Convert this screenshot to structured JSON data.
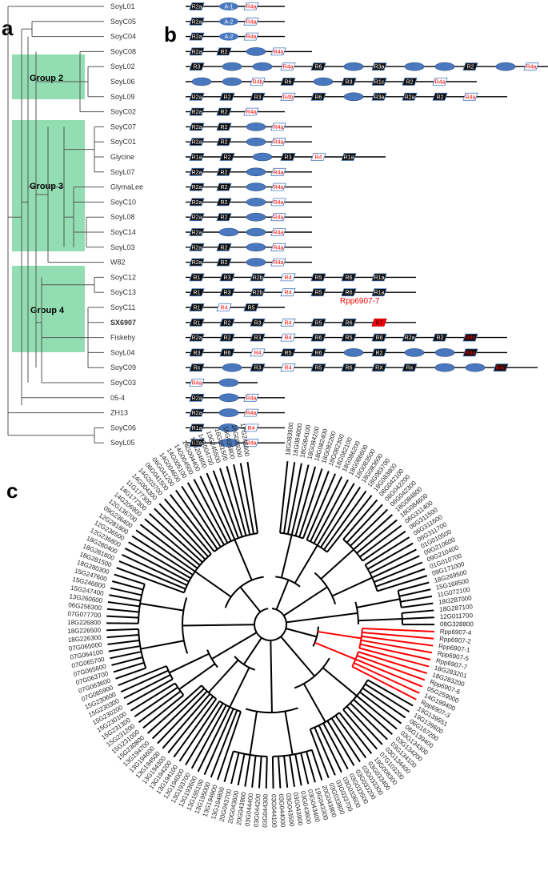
{
  "panels": {
    "a": "a",
    "b": "b",
    "c": "c"
  },
  "groups": [
    {
      "label": "Group 2"
    },
    {
      "label": "Group 3"
    },
    {
      "label": "Group 4"
    }
  ],
  "highlight_color": "#ff0000",
  "group_color": "#7fd8a4",
  "domain_color": "#4a78be",
  "tree_labels": [
    "SoyL01",
    "SoyC05",
    "SoyC04",
    "SoyC08",
    "SoyL02",
    "SoyL06",
    "SoyL09",
    "SoyC02",
    "SoyC07",
    "SoyC01",
    "Glycine",
    "SoyL07",
    "GlymaLee",
    "SoyC10",
    "SoyL08",
    "SoyC14",
    "SoyL03",
    "W82",
    "SoyC12",
    "SoyC13",
    "SoyC11",
    "SX6907",
    "Fiskeby",
    "SoyL04",
    "SoyC09",
    "SoyC03",
    "05-4",
    "ZH13",
    "SoyC06",
    "SoyL05"
  ],
  "highlight_label": "SX6907",
  "rpp_annotation": "Rpp6907-7",
  "domain_rows": [
    [
      "R2a",
      "A-1",
      "R4a"
    ],
    [
      "R2a",
      "A-2",
      "R4a"
    ],
    [
      "R2a",
      "A-2",
      "R4a"
    ],
    [
      "R2a",
      "R2",
      "",
      "R4a"
    ],
    [
      "R3",
      "",
      "",
      "R4a",
      "R6",
      "",
      "R3a",
      "",
      "",
      "R2",
      "",
      "R4a"
    ],
    [
      "",
      "",
      "R4b",
      "R6",
      "",
      "R3",
      "R1c",
      "R2",
      "R4a"
    ],
    [
      "R2a",
      "R2",
      "R3",
      "R4b",
      "R6",
      "",
      "R3a",
      "R2a",
      "R2",
      "R4a"
    ],
    [
      "R2a",
      "R2",
      "R4a"
    ],
    [
      "R2a",
      "R2",
      "",
      "R4a"
    ],
    [
      "R2a",
      "R2",
      "",
      "R4a"
    ],
    [
      "R1a",
      "R2",
      "",
      "R3",
      "R4",
      "R1a"
    ],
    [
      "R2a",
      "R2",
      "",
      "R4a"
    ],
    [
      "R2a",
      "R2",
      "",
      "R4a"
    ],
    [
      "R2a",
      "R2",
      "",
      "R4a"
    ],
    [
      "R2a",
      "R2",
      "",
      "R4a"
    ],
    [
      "R2a",
      "",
      "",
      "R4a"
    ],
    [
      "R2a",
      "R2",
      "",
      "R4a"
    ],
    [
      "R2a",
      "R2",
      "",
      "R4a"
    ],
    [
      "R1",
      "R3",
      "R2b",
      "R4",
      "R5",
      "R6",
      "R1a"
    ],
    [
      "R1",
      "R3",
      "R2b",
      "R4",
      "R5",
      "R6",
      "R1a"
    ],
    [
      "R1",
      "R4",
      "R5"
    ],
    [
      "R1",
      "R2",
      "R3",
      "R4",
      "R5",
      "R6",
      "R7"
    ],
    [
      "R2a",
      "R2",
      "R3",
      "R4",
      "R6",
      "R5",
      "R6",
      "R2a",
      "R2",
      "R4c"
    ],
    [
      "R3",
      "R6",
      "R4",
      "R5",
      "R6",
      "",
      "R2",
      "",
      "",
      "R4a"
    ],
    [
      "Rx",
      "",
      "R3",
      "R4",
      "R5",
      "R6",
      "RX",
      "Rx",
      "",
      "",
      "R4c"
    ],
    [
      "R4a",
      ""
    ],
    [
      "R2a",
      "",
      "R4a"
    ],
    [
      "R2a",
      "",
      "R4a"
    ],
    [
      "R1a",
      "",
      "R4"
    ],
    [
      "R2a",
      "",
      "R4a"
    ]
  ],
  "circular_labels": [
    "18G083900",
    "18G084000",
    "18G084100",
    "18G084200",
    "18G082400",
    "18G082200",
    "18G082300",
    "18G082100",
    "18G086200",
    "18G086600",
    "18G083500",
    "18G083600",
    "18G083700",
    "18G083800",
    "06G042100",
    "06G042200",
    "06G042300",
    "18G084800",
    "18G084600",
    "06G311400",
    "06G311500",
    "06G311600",
    "06G311700",
    "01G010500",
    "09G210600",
    "09G210400",
    "01G010700",
    "09G171000",
    "18G269500",
    "15G168500",
    "11G072100",
    "18G287000",
    "18G287100",
    "12G011700",
    "08G328800",
    "Rpp6907-4",
    "Rpp6907-2",
    "Rpp6907-1",
    "Rpp6907-5",
    "Rpp6907-7",
    "18G283201",
    "18G283200",
    "Rpp6907-6",
    "05G259000",
    "14G199400",
    "Rpp6907-3",
    "19G139551",
    "19G139600",
    "06G167200",
    "06G139400",
    "03G134300",
    "03G134200",
    "03G134100",
    "03G134400",
    "07G103200",
    "19G008300",
    "03G033400",
    "03G033300",
    "03G033200",
    "03G033500",
    "03G033600",
    "03G033700",
    "03G033800",
    "20G043800",
    "19G043300",
    "03G043400",
    "03G043600",
    "03G043900",
    "03G043500",
    "03G044000",
    "03G044100",
    "03G044300",
    "03G044200",
    "03G044400",
    "20G043900",
    "20G043600",
    "20G043700",
    "13G194800",
    "13G194900",
    "13G195000",
    "13G195100",
    "13G193600",
    "13G193700",
    "13G194000",
    "13G194100",
    "13G194200",
    "13G194300",
    "13G194500",
    "13G194600",
    "13G194700",
    "15G230800",
    "15G231000",
    "15G231200",
    "15G231300",
    "15G230100",
    "15G230200",
    "15G230300",
    "15G230600",
    "07G065900",
    "07G063600",
    "07G063700",
    "07G065600",
    "07G065700",
    "07G064100",
    "07G065000",
    "18G226300",
    "18G226500",
    "18G226800",
    "07G077700",
    "06G256300",
    "13G260600",
    "15G247400",
    "15G246800",
    "15G247600",
    "18G280300",
    "18G281500",
    "18G281600",
    "18G280400",
    "12G236800",
    "12G236500",
    "12G281800",
    "09G236400",
    "12G136700",
    "14G206900",
    "14G177300",
    "11G177300",
    "14G004300",
    "14G203700",
    "06G041500",
    "06G041200",
    "14G004600",
    "14G005100",
    "14G004500",
    "14G004400",
    "14G204600",
    "14G004700",
    "10G245500",
    "16G031500",
    "16G035800",
    "16G036000",
    "17G245600"
  ],
  "red_tips": [
    "Rpp6907-4",
    "Rpp6907-2",
    "Rpp6907-1",
    "Rpp6907-5",
    "Rpp6907-7",
    "18G283201",
    "18G283200",
    "Rpp6907-6",
    "05G259000",
    "14G199400",
    "Rpp6907-3"
  ]
}
